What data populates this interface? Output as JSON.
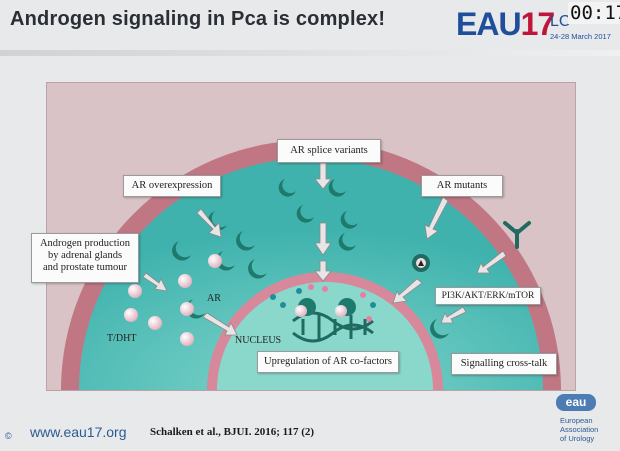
{
  "header": {
    "title": "Androgen signaling in Pca is complex!",
    "logo_eau": "EAU",
    "logo_17": "17",
    "logo_lc": "LC",
    "dates": "24-28 March 2017",
    "clock": "00:17"
  },
  "diagram": {
    "labels": {
      "ar_splice_variants": "AR splice variants",
      "ar_overexpression": "AR overexpression",
      "ar_mutants": "AR mutants",
      "androgen_production_l1": "Androgen production",
      "androgen_production_l2": "by adrenal glands",
      "androgen_production_l3": "and prostate tumour",
      "pathway": "PI3K/AKT/ERK/mTOR",
      "upregulation": "Upregulation of AR co-factors",
      "crosstalk": "Signalling cross-talk",
      "ar": "AR",
      "tdht": "T/DHT",
      "nucleus": "NUCLEUS"
    },
    "colors": {
      "cell_membrane": "#c07683",
      "cytoplasm": "#52c2bb",
      "nucleus": "#85d6c9",
      "receptor": "#1f7a6e",
      "hormone": "#f3dde3"
    }
  },
  "footer": {
    "url": "www.eau17.org",
    "citation": "Schalken et al., BJUI. 2016; 117 (2)",
    "copyright": "©",
    "badge": "eau",
    "org_l1": "European",
    "org_l2": "Association",
    "org_l3": "of Urology"
  }
}
